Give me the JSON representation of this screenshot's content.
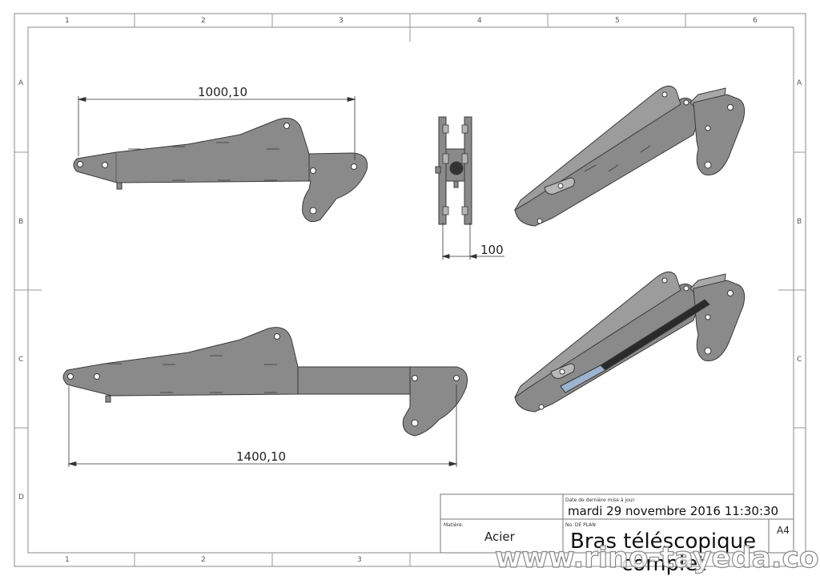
{
  "border": {
    "columns": [
      "1",
      "2",
      "3",
      "4",
      "5",
      "6"
    ],
    "rows": [
      "A",
      "B",
      "C",
      "D"
    ]
  },
  "dimensions": {
    "top_view_length": "1000,10",
    "front_view_width": "100",
    "bottom_view_length": "1400,10"
  },
  "title_block": {
    "date_label": "Date de dernière mise à jour:",
    "date_value": "mardi 29 novembre 2016 11:30:30",
    "material_label": "Matière:",
    "material_value": "Acier",
    "plan_no_label": "No. DE PLAN",
    "title_line1": "Bras téléscopique",
    "title_line2": "complet",
    "sheet_size": "A4"
  },
  "watermark": "www.rino-tayeda.com",
  "colors": {
    "part_fill": "#8a8a8a",
    "part_edge": "#3a3a3a",
    "frame_line": "#777777"
  }
}
